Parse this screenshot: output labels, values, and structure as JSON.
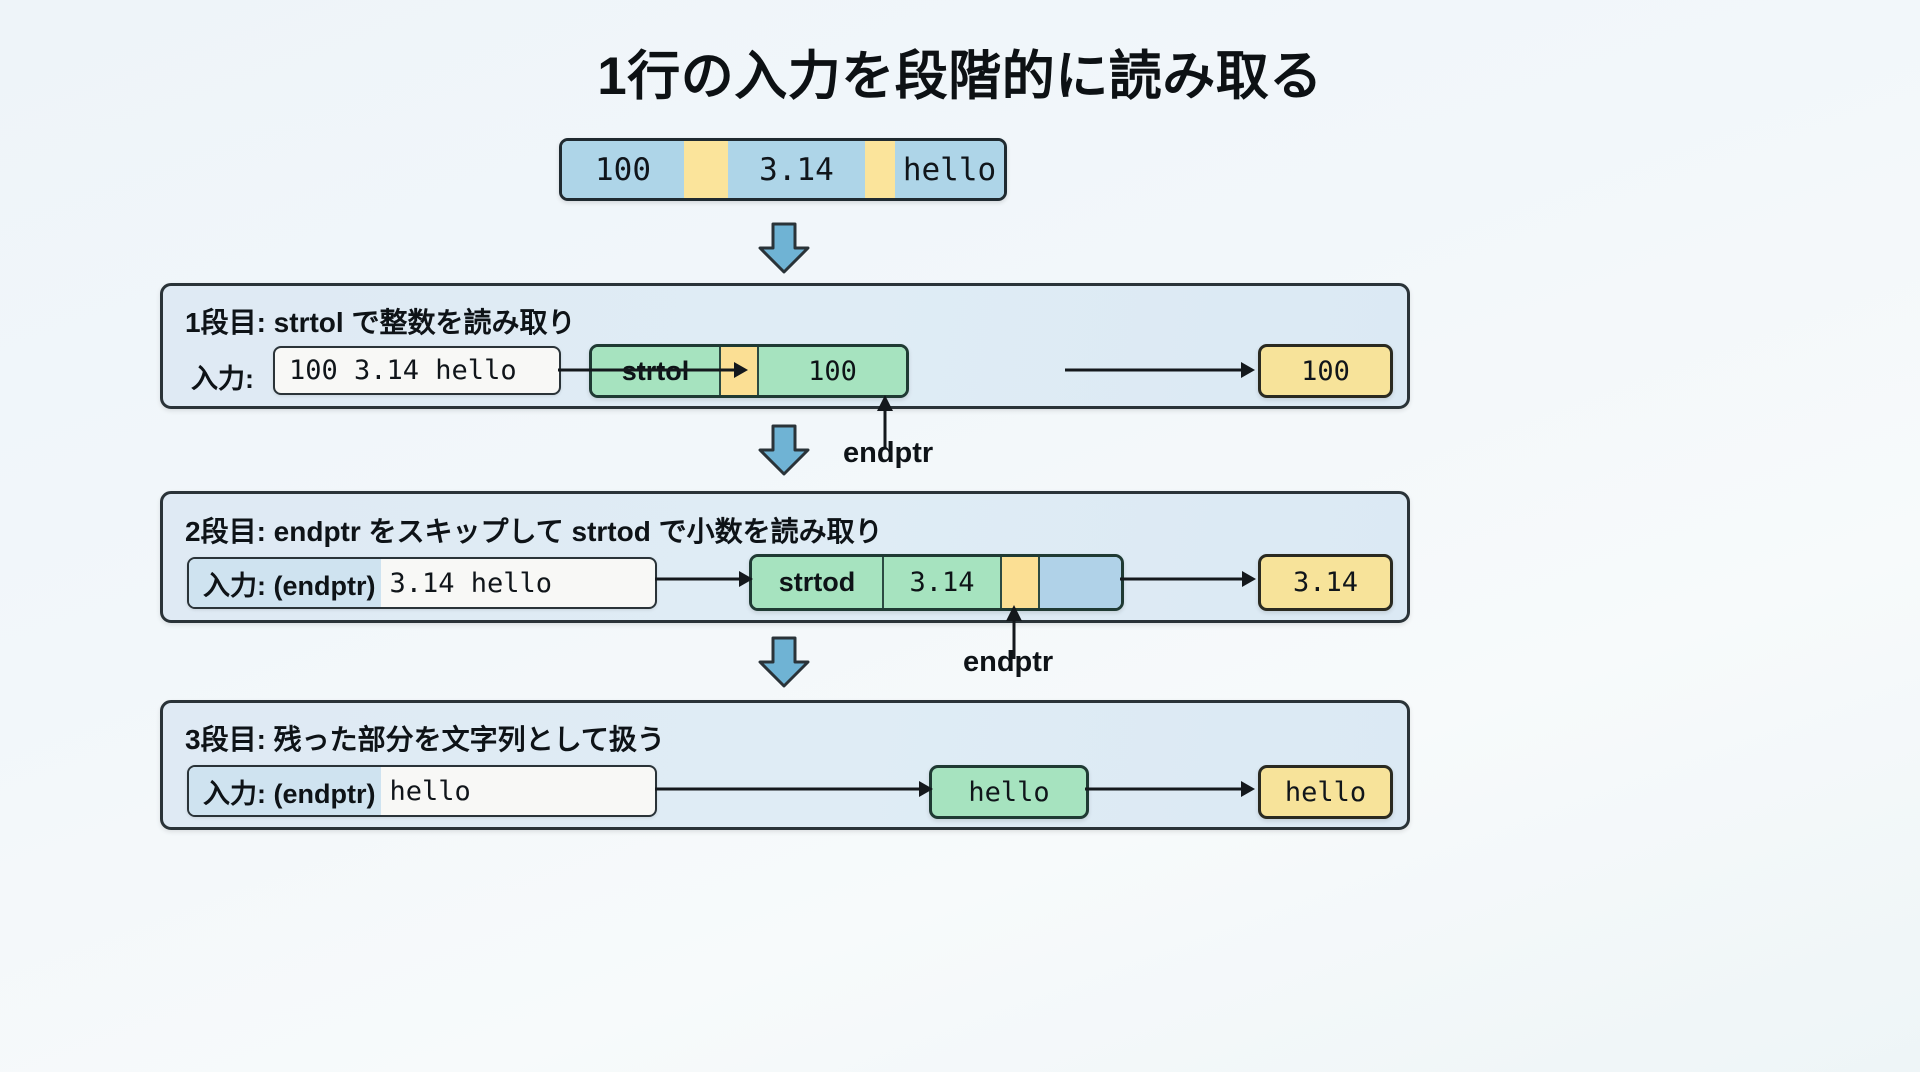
{
  "title": "1行の入力を段階的に読み取る",
  "input_bar": {
    "name": "raw-input-line",
    "segments": [
      {
        "text": "100",
        "kind": "blue"
      },
      {
        "text": "",
        "kind": "yellow"
      },
      {
        "text": "3.14",
        "kind": "blue"
      },
      {
        "text": "",
        "kind": "yellow"
      },
      {
        "text": "hello",
        "kind": "blue"
      }
    ]
  },
  "stages": [
    {
      "title": "1段目: strtol で整数を読み取り",
      "input_prefix": "入力:",
      "input_value": "100 3.14 hello",
      "fn_cells": [
        {
          "text": "strtol",
          "kind": "green"
        },
        {
          "text": "",
          "kind": "yellow"
        },
        {
          "text": "100",
          "kind": "green"
        }
      ],
      "output": "100",
      "callout": "endptr"
    },
    {
      "title": "2段目: endptr をスキップして strtod で小数を読み取り",
      "input_prefix": "入力: (endptr)",
      "input_value": "3.14 hello",
      "fn_cells": [
        {
          "text": "strtod",
          "kind": "green"
        },
        {
          "text": "3.14",
          "kind": "green"
        },
        {
          "text": "",
          "kind": "yellow"
        },
        {
          "text": "",
          "kind": "blue"
        }
      ],
      "output": "3.14",
      "callout": "endptr"
    },
    {
      "title": "3段目: 残った部分を文字列として扱う",
      "input_prefix": "入力: (endptr)",
      "input_value": "hello",
      "result_box": "hello",
      "output": "hello"
    }
  ],
  "colors": {
    "blue_segment": "#aed5e8",
    "yellow_segment": "#fbe49b",
    "green_cell": "#a6e3bf",
    "yellow_cell": "#fbdf94",
    "blue_cell": "#b0d2e8",
    "output_box": "#f7e39a",
    "panel": "#dfeaf4",
    "stroke": "#2a3338",
    "arrow_fill": "#66aed0"
  }
}
